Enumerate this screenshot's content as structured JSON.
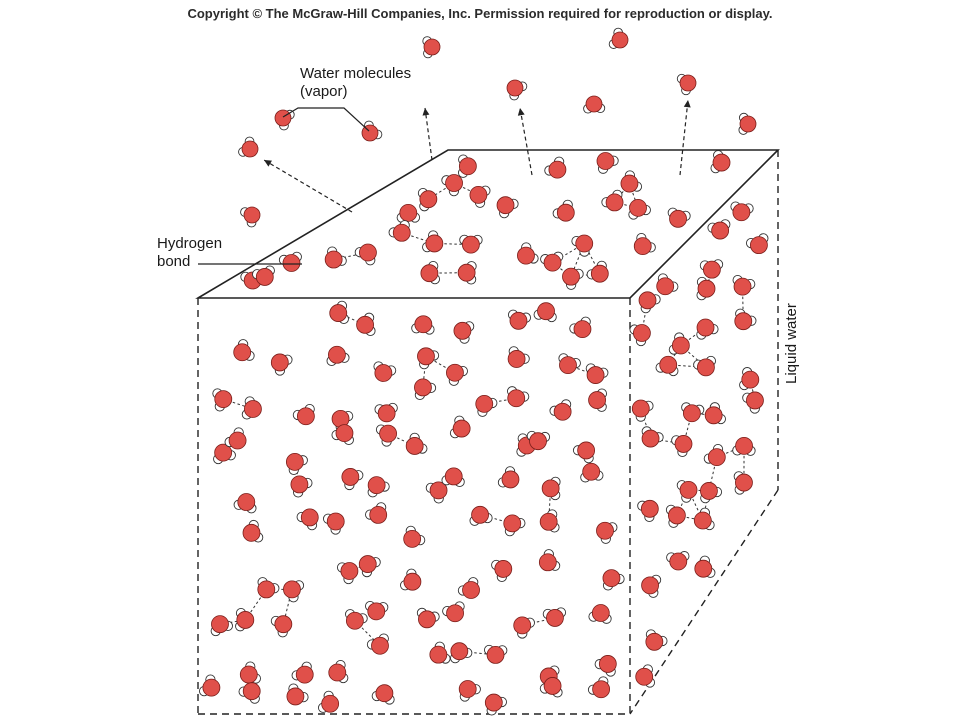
{
  "copyright": "Copyright © The McGraw-Hill Companies, Inc. Permission required for reproduction or display.",
  "labels": {
    "vapor_line1": "Water molecules",
    "vapor_line2": "(vapor)",
    "hbond_line1": "Hydrogen",
    "hbond_line2": "bond",
    "liquid": "Liquid water"
  },
  "colors": {
    "oxygen": "#e0504a",
    "oxygen_stroke": "#7a1e1a",
    "hydrogen": "#ffffff",
    "line": "#222222"
  }
}
